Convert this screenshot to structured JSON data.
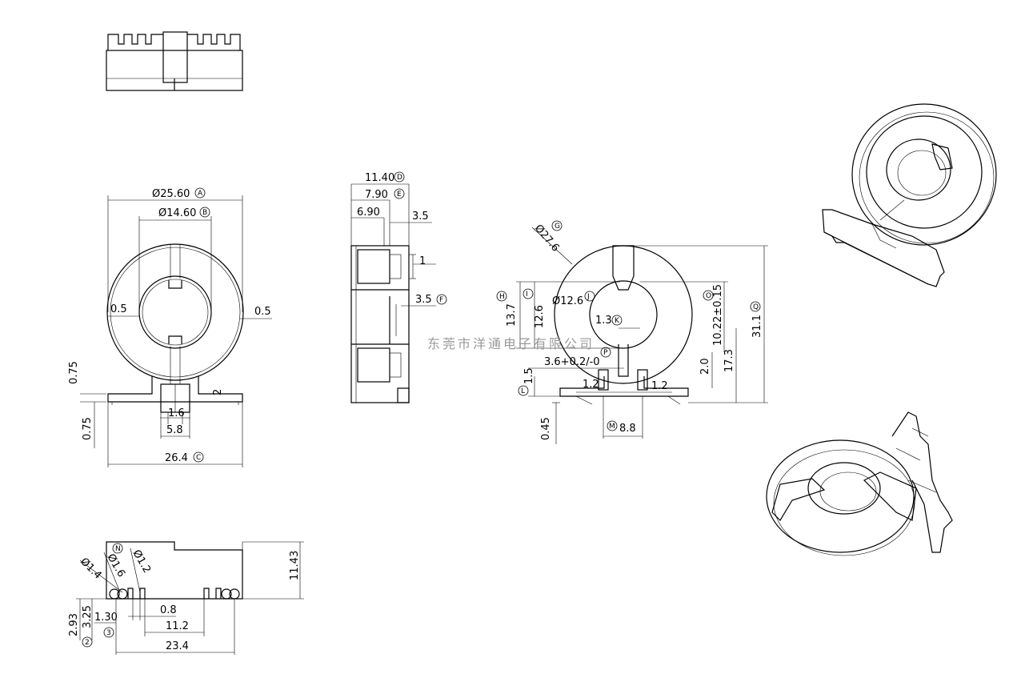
{
  "watermark": "东莞市洋通电子有限公司",
  "front_view": {
    "dim_outer_dia": "Ø25.60",
    "dim_outer_dia_ref": "A",
    "dim_inner_dia": "Ø14.60",
    "dim_inner_dia_ref": "B",
    "dim_left_gap": "0.5",
    "dim_right_gap": "0.5",
    "dim_left_upper": "0.75",
    "dim_left_lower": "0.75",
    "dim_pin_gap": "2",
    "dim_slot_width": "1.6",
    "dim_slot_outer": "5.8",
    "dim_base_width": "26.4",
    "dim_base_width_ref": "C"
  },
  "side_view": {
    "dim_total": "11.40",
    "dim_total_ref": "D",
    "dim_mid": "7.90",
    "dim_mid_ref": "E",
    "dim_inner": "6.90",
    "dim_tab_top": "3.5",
    "dim_tab_thick": "1",
    "dim_tab_lower": "3.5",
    "dim_tab_lower_ref": "F"
  },
  "section_view": {
    "dim_outer_dia": "Ø27.6",
    "dim_outer_dia_ref": "G",
    "dim_left_h": "13.7",
    "dim_left_h_ref": "H",
    "dim_left_i": "12.6",
    "dim_left_i_ref": "I",
    "dim_center_dia": "Ø12.6",
    "dim_center_dia_ref": "J",
    "dim_center_gap": "1.3",
    "dim_center_gap_ref": "K",
    "dim_right_10": "10.22±0.15",
    "dim_right_10_ref": "O",
    "dim_right_17": "17.3",
    "dim_right_31": "31.1",
    "dim_right_31_ref": "Q",
    "dim_right_2": "2.0",
    "dim_slot": "3.6+0.2/-0",
    "dim_slot_ref": "P",
    "dim_pin_h": "1.5",
    "dim_pin_h_ref": "L",
    "dim_pin_w_left": "1.2",
    "dim_pin_w_right": "1.2",
    "dim_bottom": "0.45",
    "dim_pin_space": "8.8",
    "dim_pin_space_ref": "M"
  },
  "bottom_view": {
    "dim_height": "11.43",
    "dim_pin_dia_1": "Ø1.4",
    "dim_pin_dia_2": "Ø1.6",
    "dim_pin_dia_3": "Ø1.2",
    "dim_hole_ref": "N",
    "dim_293": "2.93",
    "dim_293_ref": "2",
    "dim_325": "3.25",
    "dim_325_ref": "3",
    "dim_130": "1.30",
    "dim_08": "0.8",
    "dim_112": "11.2",
    "dim_234": "23.4"
  }
}
